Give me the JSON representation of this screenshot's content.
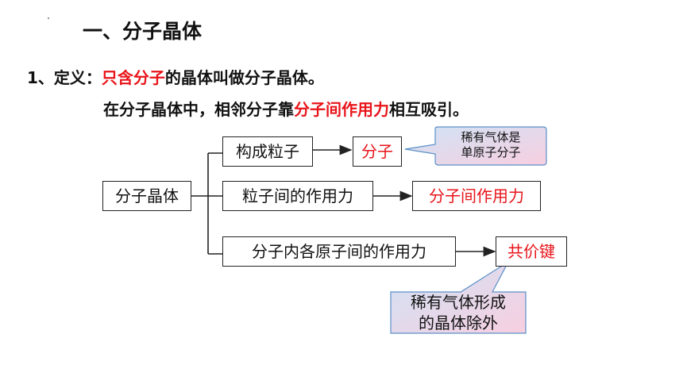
{
  "heading": "一、分子晶体",
  "definition": {
    "prefix": "1、定义：",
    "highlight": "只含分子",
    "suffix": "的晶体叫做分子晶体。"
  },
  "line2": {
    "prefix": "在分子晶体中，相邻分子靠",
    "highlight": "分子间作用力",
    "suffix": "相互吸引。"
  },
  "diagram": {
    "root": "分子晶体",
    "items": [
      {
        "label": "构成粒子",
        "result": "分子"
      },
      {
        "label": "粒子间的作用力",
        "result": "分子间作用力"
      },
      {
        "label": "分子内各原子间的作用力",
        "result": "共价键"
      }
    ],
    "callout_top": {
      "line1": "稀有气体是",
      "line2": "单原子分子"
    },
    "callout_bottom": {
      "line1": "稀有气体形成",
      "line2": "的晶体除外"
    }
  },
  "colors": {
    "highlight": "#e8141a",
    "callout_bg_start": "#cfe3f5",
    "callout_bg_end": "#f7cfe0"
  }
}
